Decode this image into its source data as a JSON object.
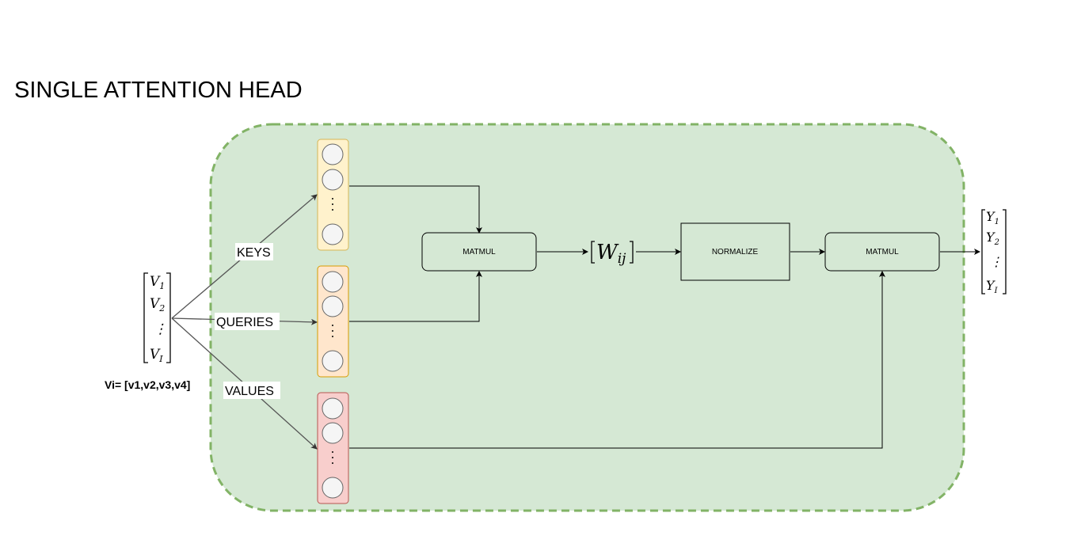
{
  "title": "SINGLE ATTENTION HEAD",
  "input_vector": {
    "rows": [
      {
        "base": "V",
        "sub": "1"
      },
      {
        "base": "V",
        "sub": "2"
      },
      {
        "base": "⋮",
        "sub": ""
      },
      {
        "base": "V",
        "sub": "I"
      }
    ],
    "note": "Vi= [v1,v2,v3,v4]"
  },
  "edge_labels": {
    "keys": "KEYS",
    "queries": "QUERIES",
    "values": "VALUES"
  },
  "boxes": {
    "matmul_1": "MATMUL",
    "normalize": "NORMALIZE",
    "matmul_2": "MATMUL"
  },
  "weights": {
    "base": "W",
    "sub": "ij"
  },
  "output_vector": {
    "rows": [
      {
        "base": "Y",
        "sub": "1"
      },
      {
        "base": "Y",
        "sub": "2"
      },
      {
        "base": "⋮",
        "sub": ""
      },
      {
        "base": "Y",
        "sub": "I"
      }
    ]
  },
  "colors": {
    "container_fill": "#d5e8d4",
    "container_stroke": "#82b366",
    "keys_fill": "#fff2cc",
    "keys_stroke": "#d6b656",
    "queries_fill": "#ffe6cc",
    "queries_stroke": "#d79b00",
    "values_fill": "#f8cecc",
    "values_stroke": "#b85450"
  }
}
